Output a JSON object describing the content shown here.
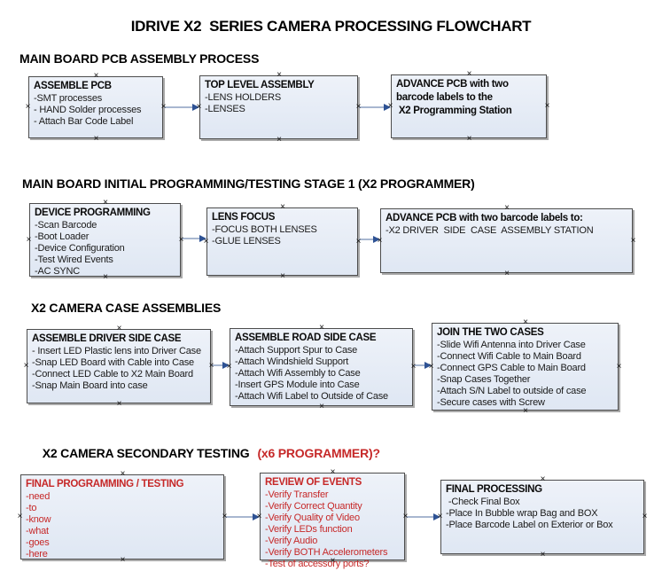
{
  "title": "IDRIVE X2  SERIES CAMERA PROCESSING FLOWCHART",
  "colors": {
    "box_fill": "#e4eaf4",
    "box_border": "#4d4d4d",
    "box_shadow": "#aaaaaa",
    "arrow_line": "#a8b7d0",
    "arrow_head": "#2e5294",
    "red_text": "#c62828",
    "black_text": "#111111"
  },
  "handle_icon_glyph": "×",
  "sections": [
    {
      "heading": "MAIN BOARD PCB ASSEMBLY PROCESS"
    },
    {
      "heading": "MAIN BOARD INITIAL PROGRAMMING/TESTING STAGE 1 (X2 PROGRAMMER)"
    },
    {
      "heading": "X2 CAMERA CASE ASSEMBLIES"
    },
    {
      "heading": "X2 CAMERA SECONDARY TESTING",
      "heading_red": "(x6 PROGRAMMER)?"
    }
  ],
  "boxes": [
    {
      "title": "ASSEMBLE PCB",
      "items": [
        "-SMT processes",
        "- HAND Solder processes",
        "- Attach Bar Code Label"
      ]
    },
    {
      "title": "TOP LEVEL ASSEMBLY",
      "items": [
        "-LENS HOLDERS",
        "-LENSES"
      ]
    },
    {
      "title": "ADVANCE PCB with two\nbarcode labels to the\n X2 Programming Station",
      "items": []
    },
    {
      "title": "DEVICE PROGRAMMING",
      "items": [
        "-Scan Barcode",
        "-Boot Loader",
        "-Device Configuration",
        "-Test Wired Events",
        "-AC SYNC"
      ]
    },
    {
      "title": "LENS FOCUS",
      "items": [
        "-FOCUS BOTH LENSES",
        "-GLUE LENSES"
      ]
    },
    {
      "title": "ADVANCE PCB with two barcode labels to:",
      "items": [
        "-X2 DRIVER  SIDE  CASE  ASSEMBLY STATION"
      ]
    },
    {
      "title": "ASSEMBLE DRIVER SIDE CASE",
      "items": [
        "- Insert LED Plastic lens into Driver Case",
        "-Snap LED Board with Cable into Case",
        "-Connect LED Cable to X2 Main Board",
        "-Snap Main Board into case"
      ]
    },
    {
      "title": "ASSEMBLE ROAD SIDE CASE",
      "items": [
        "-Attach Support Spur to Case",
        "-Attach Windshield Support",
        "-Attach Wifi Assembly to Case",
        "-Insert GPS Module into Case",
        "-Attach Wifi Label to Outside of Case"
      ]
    },
    {
      "title": "JOIN THE TWO CASES",
      "items": [
        "-Slide Wifi Antenna into Driver Case",
        "-Connect Wifi Cable to Main Board",
        "-Connect GPS Cable to Main Board",
        "-Snap Cases Together",
        "-Attach S/N Label to outside of case",
        "-Secure cases with Screw"
      ]
    },
    {
      "title": "FINAL PROGRAMMING / TESTING",
      "red": true,
      "items": [
        "-need",
        "-to",
        "-know",
        "-what",
        "-goes",
        "-here"
      ]
    },
    {
      "title": "REVIEW OF EVENTS",
      "red": true,
      "items": [
        "-Verify Transfer",
        "-Verify Correct Quantity",
        "-Verify Quality of Video",
        "-Verify LEDs function",
        "-Verify Audio",
        "-Verify BOTH Accelerometers",
        "-Test of accessory ports?"
      ]
    },
    {
      "title": "FINAL PROCESSING",
      "items": [
        " -Check Final Box",
        "-Place In Bubble wrap Bag and BOX",
        "-Place Barcode Label on Exterior or Box"
      ]
    }
  ]
}
